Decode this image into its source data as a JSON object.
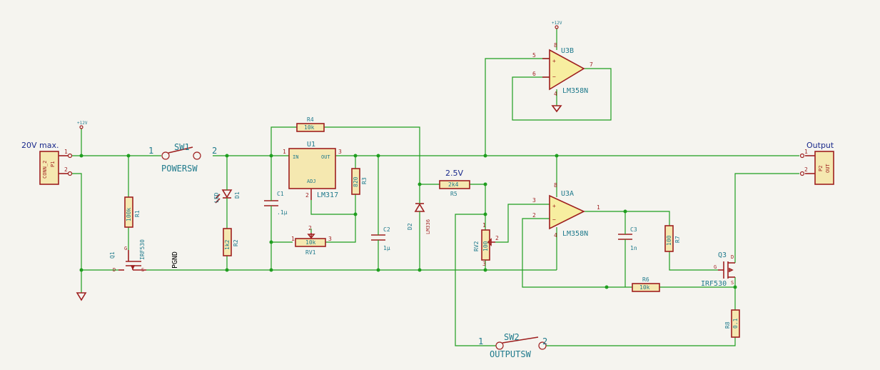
{
  "labels": {
    "input": "20V max.",
    "output": "Output",
    "vref": "2.5V",
    "pgnd": "PGND",
    "pwr_p1": "+12V",
    "pwr_u3": "+12V"
  },
  "components": {
    "P1": {
      "ref": "P1",
      "value": "CONN_2",
      "pin1": "1",
      "pin2": "2"
    },
    "P2": {
      "ref": "P2",
      "value": "OUT",
      "pin1": "1",
      "pin2": "2"
    },
    "SW1": {
      "ref": "SW1",
      "value": "POWERSW",
      "pin1": "1",
      "pin2": "2"
    },
    "SW2": {
      "ref": "SW2",
      "value": "OUTPUTSW",
      "pin1": "1",
      "pin2": "2"
    },
    "R1": {
      "ref": "R1",
      "value": "100k"
    },
    "R2": {
      "ref": "R2",
      "value": "1k2"
    },
    "R3": {
      "ref": "R3",
      "value": "820"
    },
    "R4": {
      "ref": "R4",
      "value": "10k"
    },
    "R5": {
      "ref": "R5",
      "value": "2k4"
    },
    "R6": {
      "ref": "R6",
      "value": "10k"
    },
    "R7": {
      "ref": "R7",
      "value": "100"
    },
    "R8": {
      "ref": "R8",
      "value": "0.1"
    },
    "RV1": {
      "ref": "RV1",
      "value": "10k",
      "pin1": "1",
      "pin2": "2",
      "pin3": "3"
    },
    "RV2": {
      "ref": "RV2",
      "value": "100",
      "pin1": "1",
      "pin2": "2",
      "pin3": "3"
    },
    "C1": {
      "ref": "C1",
      "value": ".1µ"
    },
    "C2": {
      "ref": "C2",
      "value": "1µ"
    },
    "C3": {
      "ref": "C3",
      "value": "1n"
    },
    "D1": {
      "ref": "D1",
      "value": "LED"
    },
    "D2": {
      "ref": "D2",
      "value": "LM336"
    },
    "U1": {
      "ref": "U1",
      "value": "LM317",
      "in": "IN",
      "out": "OUT",
      "adj": "ADJ",
      "pin1": "1",
      "pin2": "2",
      "pin3": "3"
    },
    "U3A": {
      "ref": "U3A",
      "value": "LM358N",
      "pin_plus": "3",
      "pin_minus": "2",
      "pin_out": "1",
      "pin_v": "8",
      "pin_g": "4"
    },
    "U3B": {
      "ref": "U3B",
      "value": "LM358N",
      "pin_plus": "5",
      "pin_minus": "6",
      "pin_out": "7",
      "pin_v": "8",
      "pin_g": "4"
    },
    "Q1": {
      "ref": "Q1",
      "value": "IRF530",
      "g": "G",
      "d": "D",
      "s": "S"
    },
    "Q3": {
      "ref": "Q3",
      "value": "IRF530",
      "g": "G",
      "d": "D",
      "s": "S"
    }
  }
}
